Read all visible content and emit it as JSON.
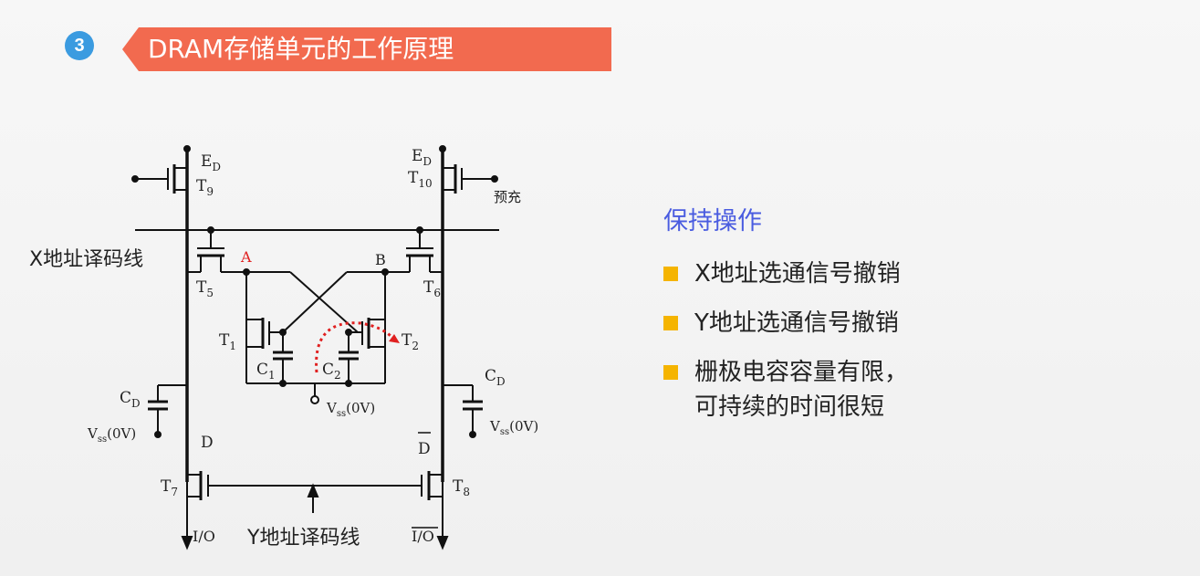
{
  "header": {
    "section_number": "3",
    "title": "DRAM存储单元的工作原理",
    "banner_color": "#f26a4f",
    "badge_color": "#3b9be0"
  },
  "diagram": {
    "labels": {
      "ed_left": "E",
      "ed_left_sub": "D",
      "ed_right": "E",
      "ed_right_sub": "D",
      "t9": "T",
      "t9_sub": "9",
      "t10": "T",
      "t10_sub": "10",
      "precharge": "预充",
      "x_decoder": "X地址译码线",
      "a": "A",
      "b": "B",
      "t5": "T",
      "t5_sub": "5",
      "t6": "T",
      "t6_sub": "6",
      "t1": "T",
      "t1_sub": "1",
      "t2": "T",
      "t2_sub": "2",
      "c1": "C",
      "c1_sub": "1",
      "c2": "C",
      "c2_sub": "2",
      "vss_mid": "V",
      "vss_mid_sub": "ss",
      "vss_mid_val": "(0V)",
      "cd_left": "C",
      "cd_left_sub": "D",
      "cd_right": "C",
      "cd_right_sub": "D",
      "vss_left": "V",
      "vss_left_sub": "ss",
      "vss_left_val": "(0V)",
      "vss_right": "V",
      "vss_right_sub": "ss",
      "vss_right_val": "(0V)",
      "d": "D",
      "d_bar": "D",
      "t7": "T",
      "t7_sub": "7",
      "t8": "T",
      "t8_sub": "8",
      "io": "I/O",
      "io_bar": "I/O",
      "y_decoder": "Y地址译码线"
    },
    "accent_color": "#e02020"
  },
  "panel": {
    "heading": "保持操作",
    "bullets": [
      {
        "line1": "X地址选通信号撤销",
        "line2": ""
      },
      {
        "line1": "Y地址选通信号撤销",
        "line2": ""
      },
      {
        "line1": "栅极电容容量有限，",
        "line2": "可持续的时间很短"
      }
    ],
    "heading_color": "#4a5ce0",
    "bullet_color": "#f5b400"
  }
}
